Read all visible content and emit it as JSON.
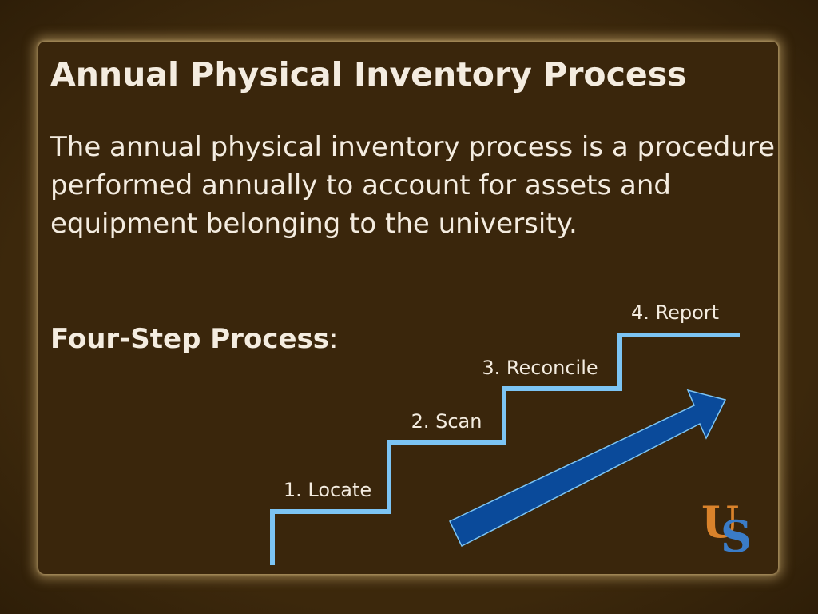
{
  "slide": {
    "title": "Annual Physical Inventory Process",
    "body": "The annual physical inventory process is a procedure performed annually to account for assets and equipment belonging to the university.",
    "subhead_bold": "Four-Step Process",
    "subhead_suffix": ":"
  },
  "diagram": {
    "steps": [
      {
        "number": 1,
        "label": "1. Locate"
      },
      {
        "number": 2,
        "label": "2. Scan"
      },
      {
        "number": 3,
        "label": "3. Reconcile"
      },
      {
        "number": 4,
        "label": "4. Report"
      }
    ],
    "staircase_color": "#7cc4f4",
    "arrow_color": "#0a4a9a"
  },
  "logo": {
    "letter_u": "U",
    "letter_s": "S",
    "color_u": "#d9822b",
    "color_s": "#3a7cc8"
  }
}
